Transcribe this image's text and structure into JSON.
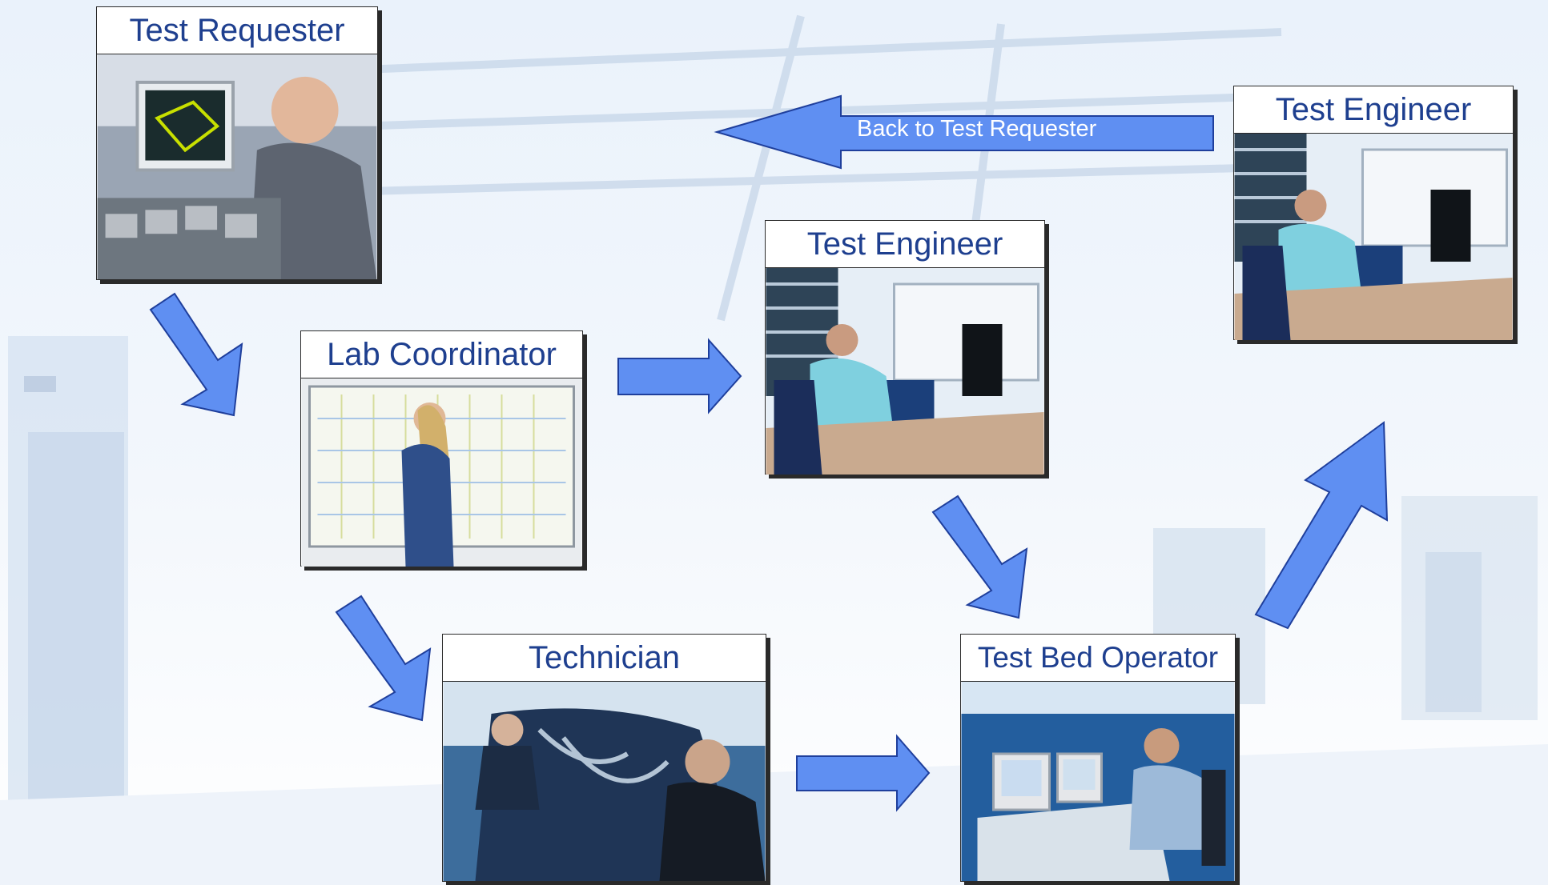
{
  "roles": {
    "test_requester": "Test Requester",
    "lab_coordinator": "Lab Coordinator",
    "technician": "Technician",
    "test_engineer": "Test Engineer",
    "test_bed_operator": "Test Bed Operator",
    "test_engineer_final": "Test Engineer"
  },
  "back_arrow_label": "Back to Test Requester",
  "colors": {
    "title_text": "#1e3f8f",
    "arrow_fill": "#5f8ff2",
    "arrow_stroke": "#1f3f9c",
    "background_tint": "#dfeaf6"
  }
}
